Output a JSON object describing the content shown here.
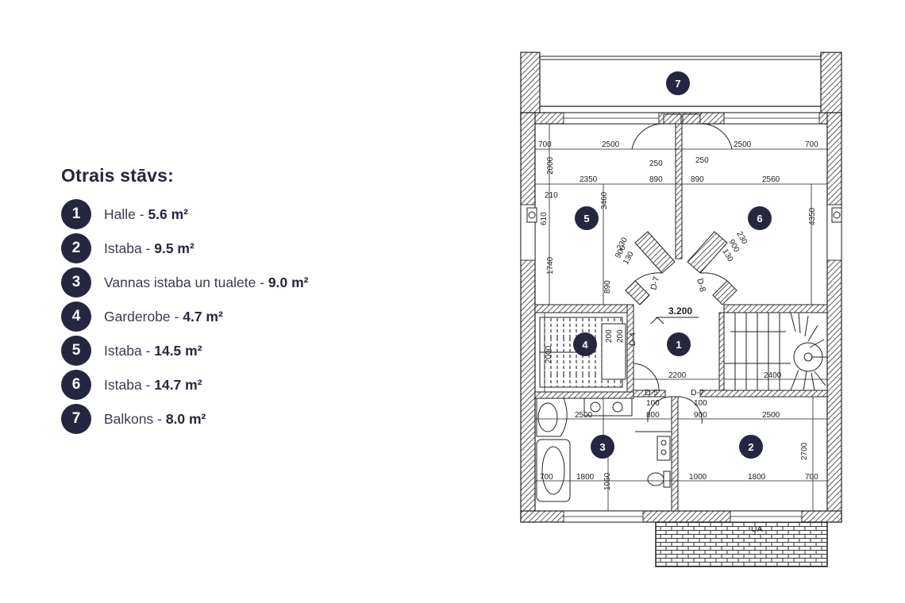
{
  "legend": {
    "title": "Otrais stāvs:",
    "items": [
      {
        "num": "1",
        "name": "Halle - ",
        "area": "5.6 m²"
      },
      {
        "num": "2",
        "name": "Istaba - ",
        "area": "9.5 m²"
      },
      {
        "num": "3",
        "name": "Vannas istaba un tualete - ",
        "area": "9.0 m²"
      },
      {
        "num": "4",
        "name": "Garderobe - ",
        "area": "4.7 m²"
      },
      {
        "num": "5",
        "name": "Istaba - ",
        "area": "14.5 m²"
      },
      {
        "num": "6",
        "name": "Istaba - ",
        "area": "14.7 m²"
      },
      {
        "num": "7",
        "name": "Balkons - ",
        "area": "8.0 m²"
      }
    ]
  },
  "plan": {
    "markers": [
      "7",
      "5",
      "6",
      "4",
      "1",
      "3",
      "2"
    ],
    "dimensions": [
      "700",
      "2500",
      "2500",
      "700",
      "250",
      "250",
      "2000",
      "2350",
      "890",
      "890",
      "2560",
      "3460",
      "4350",
      "210",
      "610",
      "230",
      "900",
      "130",
      "230",
      "900",
      "130",
      "1740",
      "890",
      "2000",
      "2200",
      "2400",
      "200",
      "200",
      "100",
      "800",
      "100",
      "900",
      "2500",
      "2500",
      "1050",
      "700",
      "1800",
      "1000",
      "1800",
      "700",
      "2700"
    ],
    "labels": {
      "d7a": "D-7",
      "d8": "D-8",
      "level": "3.200",
      "d4": "D-4",
      "d5": "D-5",
      "d7b": "D-7",
      "ua": "UA"
    }
  }
}
